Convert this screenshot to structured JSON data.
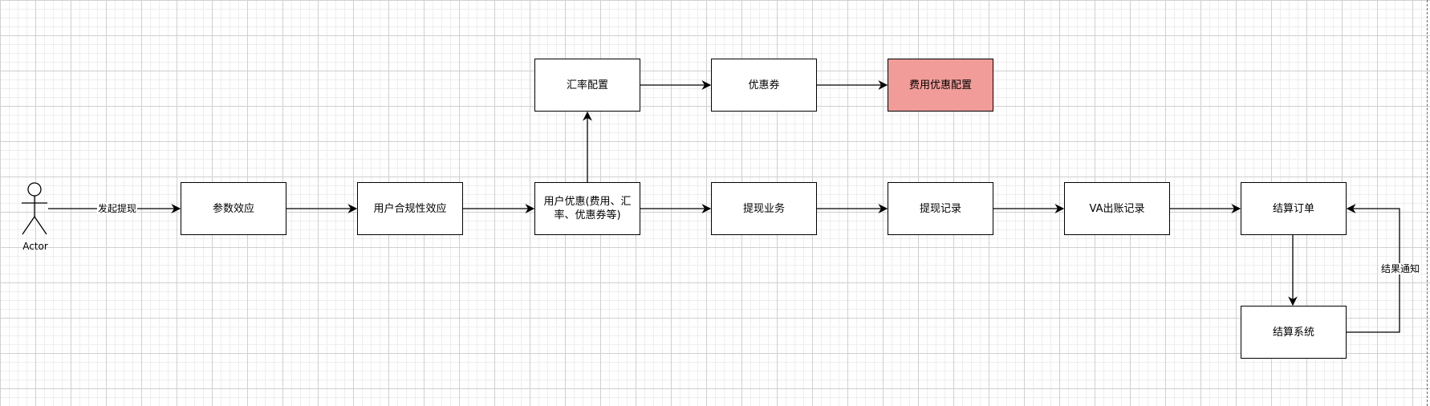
{
  "diagram": {
    "actor": {
      "label": "Actor"
    },
    "nodes": {
      "param_effect": "参数效应",
      "compliance_effect": "用户合规性效应",
      "user_discount": "用户优惠(费用、汇率、优惠券等)",
      "exchange_rate": "汇率配置",
      "coupon": "优惠券",
      "fee_discount": "费用优惠配置",
      "withdraw_business": "提现业务",
      "withdraw_record": "提现记录",
      "va_record": "VA出账记录",
      "settle_order": "结算订单",
      "settle_system": "结算系统"
    },
    "edge_labels": {
      "initiate_withdraw": "发起提现",
      "result_notify": "结果通知"
    },
    "colors": {
      "highlight_fill": "#f19c99",
      "stroke": "#000000",
      "grid": "#d0d0d0"
    }
  }
}
